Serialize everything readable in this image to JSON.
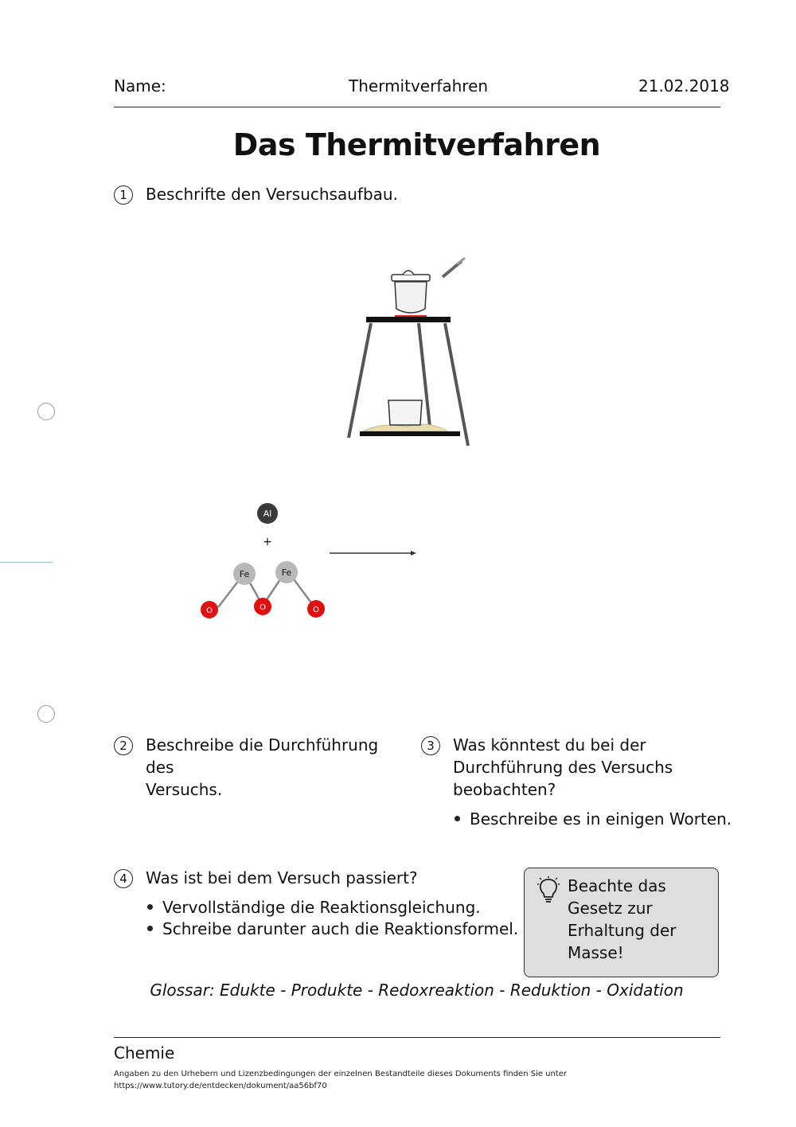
{
  "header": {
    "name_label": "Name:",
    "topic": "Thermitverfahren",
    "date": "21.02.2018"
  },
  "title": "Das Thermitverfahren",
  "tasks": [
    {
      "number": "1",
      "text": "Beschrifte den Versuchsaufbau."
    },
    {
      "number": "2",
      "text_line1": "Beschreibe die Durchführung des",
      "text_line2": "Versuchs."
    },
    {
      "number": "3",
      "text_line1": "Was könntest du bei der",
      "text_line2": "Durchführung des Versuchs",
      "text_line3": "beobachten?",
      "bullets": [
        "Beschreibe es in einigen Worten."
      ]
    },
    {
      "number": "4",
      "text": "Was ist bei dem Versuch passiert?",
      "bullets": [
        "Vervollständige die Reaktionsgleichung.",
        "Schreibe darunter auch die Reaktionsformel."
      ]
    }
  ],
  "molecule": {
    "al": "Al",
    "plus": "+",
    "fe": "Fe",
    "o": "O"
  },
  "tip": {
    "icon": "lightbulb-icon",
    "line1": "Beachte das",
    "line2": "Gesetz zur",
    "line3": "Erhaltung der",
    "line4": "Masse!"
  },
  "glossary": "Glossar: Edukte - Produkte - Redoxreaktion - Reduktion - Oxidation",
  "footer": {
    "subject": "Chemie",
    "attribution": "Angaben zu den Urhebern und Lizenzbedingungen der einzelnen Bestandteile dieses Dokuments finden Sie unter",
    "url": "https://www.tutory.de/entdecken/dokument/aa56bf70"
  },
  "colors": {
    "oxygen": "#e01010",
    "iron": "#b8b8b8",
    "aluminium": "#3a3a3a",
    "tip_bg": "#dedede",
    "heat": "#e02020"
  }
}
